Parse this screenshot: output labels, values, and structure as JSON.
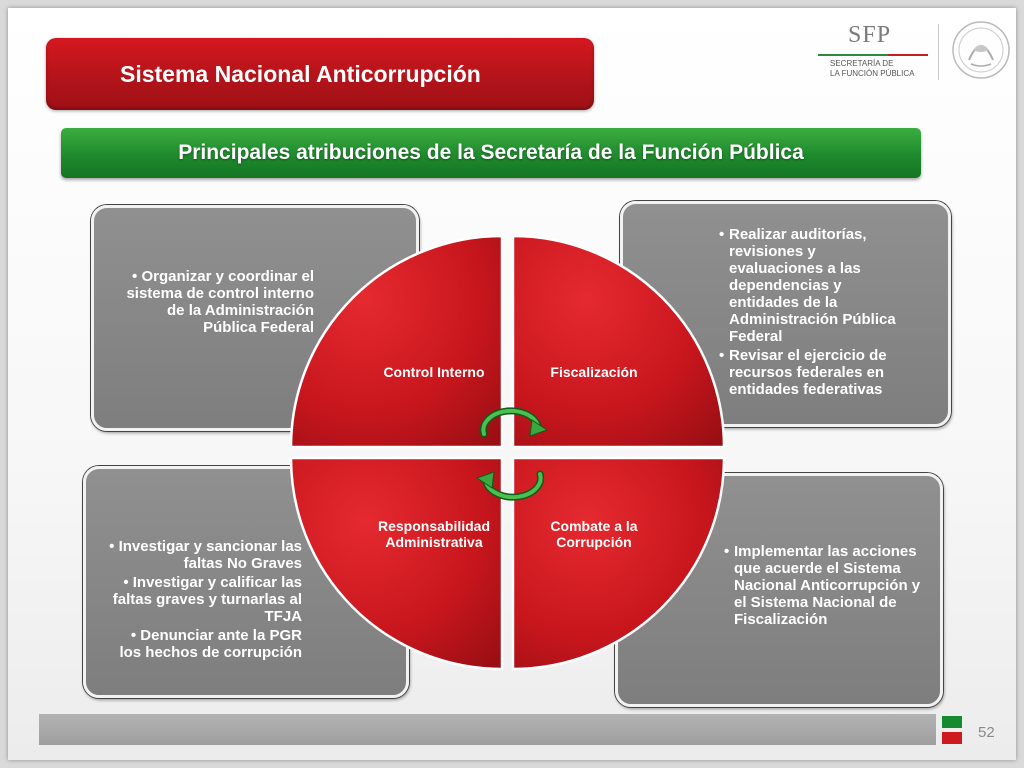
{
  "header": {
    "title": "Sistema Nacional Anticorrupción",
    "subtitle": "Principales atribuciones de la Secretaría de la Función Pública"
  },
  "logo": {
    "acronym": "SFP",
    "line1": "SECRETARÍA DE",
    "line2": "LA FUNCIÓN PÚBLICA"
  },
  "quadrants": {
    "top_left": "Control Interno",
    "top_right": "Fiscalización",
    "bottom_left_line1": "Responsabilidad",
    "bottom_left_line2": "Administrativa",
    "bottom_right_line1": "Combate a la",
    "bottom_right_line2": "Corrupción"
  },
  "boxes": {
    "top_left": [
      "Organizar y coordinar el sistema de control interno de la Administración Pública Federal"
    ],
    "top_right": [
      "Realizar auditorías, revisiones y evaluaciones a las dependencias y entidades de la Administración Pública Federal",
      "Revisar el ejercicio de recursos federales en entidades federativas"
    ],
    "bottom_left": [
      "Investigar y sancionar las faltas No Graves",
      "Investigar y calificar las faltas graves y turnarlas al TFJA",
      "Denunciar ante la PGR los hechos de corrupción"
    ],
    "bottom_right": [
      "Implementar las acciones que acuerde el Sistema Nacional Anticorrupción y el Sistema Nacional de Fiscalización"
    ]
  },
  "footer": {
    "page_number": "52"
  },
  "colors": {
    "red": "#c8161d",
    "green": "#1f8a2e",
    "box_gray": "#888888"
  },
  "icons": {
    "cycle": "circular-arrows-icon",
    "seal": "coat-of-arms-icon"
  }
}
